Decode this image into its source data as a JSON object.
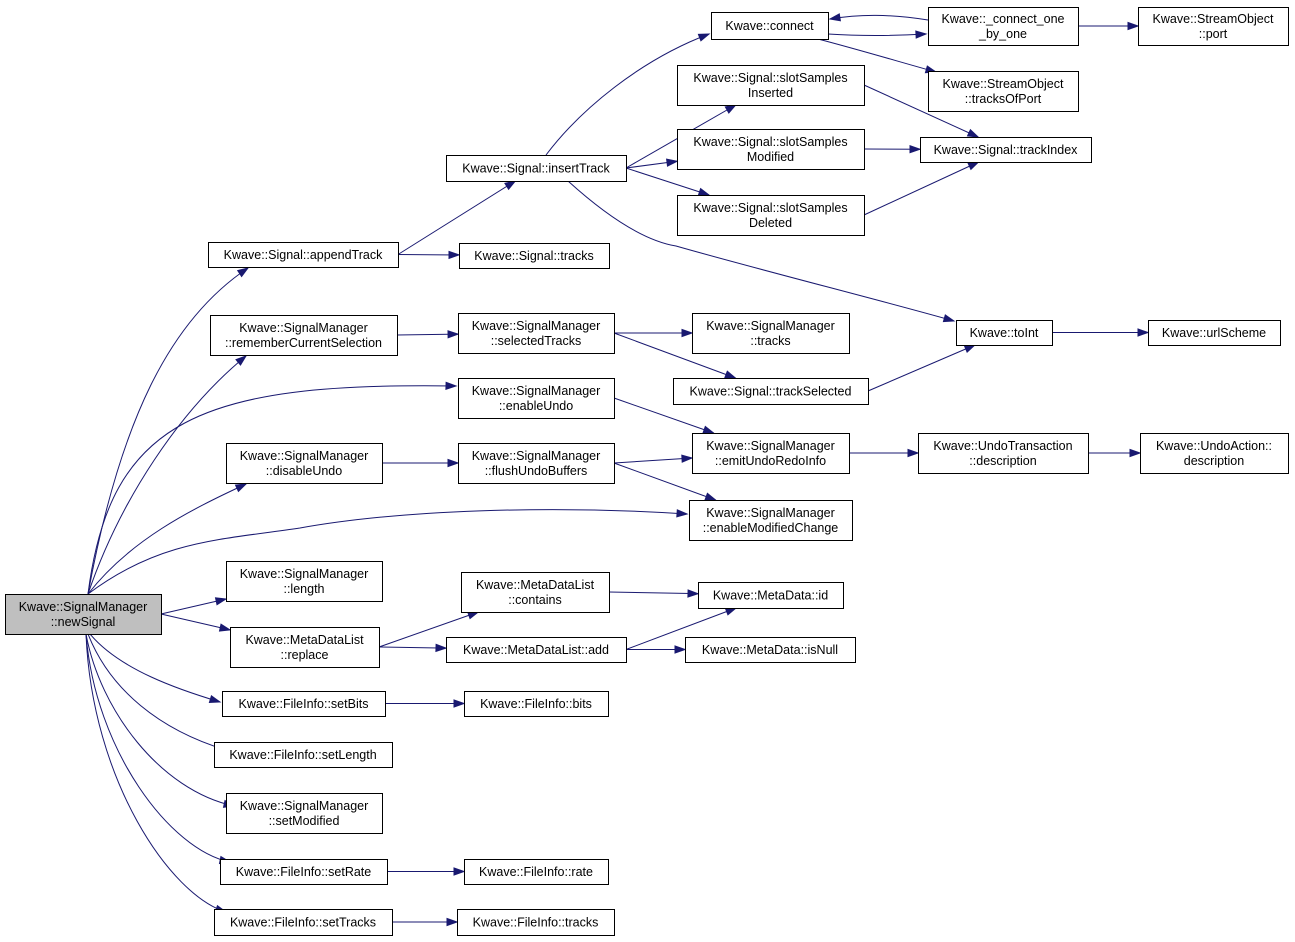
{
  "nodes": {
    "newSignal": [
      "Kwave::SignalManager",
      "::newSignal"
    ],
    "appendTrack": [
      "Kwave::Signal::appendTrack"
    ],
    "insertTrack": [
      "Kwave::Signal::insertTrack"
    ],
    "connect": [
      "Kwave::connect"
    ],
    "connect_one": [
      "Kwave::_connect_one",
      "_by_one"
    ],
    "so_port": [
      "Kwave::StreamObject",
      "::port"
    ],
    "so_tracksOfPort": [
      "Kwave::StreamObject",
      "::tracksOfPort"
    ],
    "slotInserted": [
      "Kwave::Signal::slotSamples",
      "Inserted"
    ],
    "slotModified": [
      "Kwave::Signal::slotSamples",
      "Modified"
    ],
    "slotDeleted": [
      "Kwave::Signal::slotSamples",
      "Deleted"
    ],
    "trackIndex": [
      "Kwave::Signal::trackIndex"
    ],
    "sig_tracks": [
      "Kwave::Signal::tracks"
    ],
    "rememberSel": [
      "Kwave::SignalManager",
      "::rememberCurrentSelection"
    ],
    "selectedTracks": [
      "Kwave::SignalManager",
      "::selectedTracks"
    ],
    "sm_tracks": [
      "Kwave::SignalManager",
      "::tracks"
    ],
    "trackSelected": [
      "Kwave::Signal::trackSelected"
    ],
    "toInt": [
      "Kwave::toInt"
    ],
    "urlScheme": [
      "Kwave::urlScheme"
    ],
    "enableUndo": [
      "Kwave::SignalManager",
      "::enableUndo"
    ],
    "disableUndo": [
      "Kwave::SignalManager",
      "::disableUndo"
    ],
    "flushUndo": [
      "Kwave::SignalManager",
      "::flushUndoBuffers"
    ],
    "emitUndoRedo": [
      "Kwave::SignalManager",
      "::emitUndoRedoInfo"
    ],
    "undoTransDesc": [
      "Kwave::UndoTransaction",
      "::description"
    ],
    "undoActionDesc": [
      "Kwave::UndoAction::",
      "description"
    ],
    "enableModChange": [
      "Kwave::SignalManager",
      "::enableModifiedChange"
    ],
    "sm_length": [
      "Kwave::SignalManager",
      "::length"
    ],
    "mdl_contains": [
      "Kwave::MetaDataList",
      "::contains"
    ],
    "md_id": [
      "Kwave::MetaData::id"
    ],
    "mdl_replace": [
      "Kwave::MetaDataList",
      "::replace"
    ],
    "mdl_add": [
      "Kwave::MetaDataList::add"
    ],
    "md_isNull": [
      "Kwave::MetaData::isNull"
    ],
    "setBits": [
      "Kwave::FileInfo::setBits"
    ],
    "fi_bits": [
      "Kwave::FileInfo::bits"
    ],
    "setLength": [
      "Kwave::FileInfo::setLength"
    ],
    "setModified": [
      "Kwave::SignalManager",
      "::setModified"
    ],
    "setRate": [
      "Kwave::FileInfo::setRate"
    ],
    "fi_rate": [
      "Kwave::FileInfo::rate"
    ],
    "setTracks": [
      "Kwave::FileInfo::setTracks"
    ],
    "fi_tracks": [
      "Kwave::FileInfo::tracks"
    ]
  },
  "edges": [
    [
      "newSignal",
      "appendTrack"
    ],
    [
      "newSignal",
      "rememberSel"
    ],
    [
      "newSignal",
      "enableUndo"
    ],
    [
      "newSignal",
      "disableUndo"
    ],
    [
      "newSignal",
      "enableModChange"
    ],
    [
      "newSignal",
      "sm_length"
    ],
    [
      "newSignal",
      "mdl_replace"
    ],
    [
      "newSignal",
      "setBits"
    ],
    [
      "newSignal",
      "setLength"
    ],
    [
      "newSignal",
      "setModified"
    ],
    [
      "newSignal",
      "setRate"
    ],
    [
      "newSignal",
      "setTracks"
    ],
    [
      "appendTrack",
      "insertTrack"
    ],
    [
      "appendTrack",
      "sig_tracks"
    ],
    [
      "insertTrack",
      "connect"
    ],
    [
      "insertTrack",
      "slotInserted"
    ],
    [
      "insertTrack",
      "slotModified"
    ],
    [
      "insertTrack",
      "slotDeleted"
    ],
    [
      "insertTrack",
      "toInt"
    ],
    [
      "connect",
      "connect_one"
    ],
    [
      "connect",
      "so_tracksOfPort"
    ],
    [
      "connect_one",
      "connect"
    ],
    [
      "connect_one",
      "so_port"
    ],
    [
      "slotInserted",
      "trackIndex"
    ],
    [
      "slotModified",
      "trackIndex"
    ],
    [
      "slotDeleted",
      "trackIndex"
    ],
    [
      "rememberSel",
      "selectedTracks"
    ],
    [
      "selectedTracks",
      "sm_tracks"
    ],
    [
      "selectedTracks",
      "trackSelected"
    ],
    [
      "trackSelected",
      "toInt"
    ],
    [
      "toInt",
      "urlScheme"
    ],
    [
      "enableUndo",
      "emitUndoRedo"
    ],
    [
      "disableUndo",
      "flushUndo"
    ],
    [
      "flushUndo",
      "emitUndoRedo"
    ],
    [
      "flushUndo",
      "enableModChange"
    ],
    [
      "emitUndoRedo",
      "undoTransDesc"
    ],
    [
      "undoTransDesc",
      "undoActionDesc"
    ],
    [
      "mdl_replace",
      "mdl_contains"
    ],
    [
      "mdl_replace",
      "mdl_add"
    ],
    [
      "mdl_contains",
      "md_id"
    ],
    [
      "mdl_add",
      "md_id"
    ],
    [
      "mdl_add",
      "md_isNull"
    ],
    [
      "setBits",
      "fi_bits"
    ],
    [
      "setRate",
      "fi_rate"
    ],
    [
      "setTracks",
      "fi_tracks"
    ]
  ],
  "colors": {
    "edge": "#191970",
    "root_fill": "#bfbfbf",
    "node_fill": "#ffffff",
    "node_stroke": "#000000"
  }
}
